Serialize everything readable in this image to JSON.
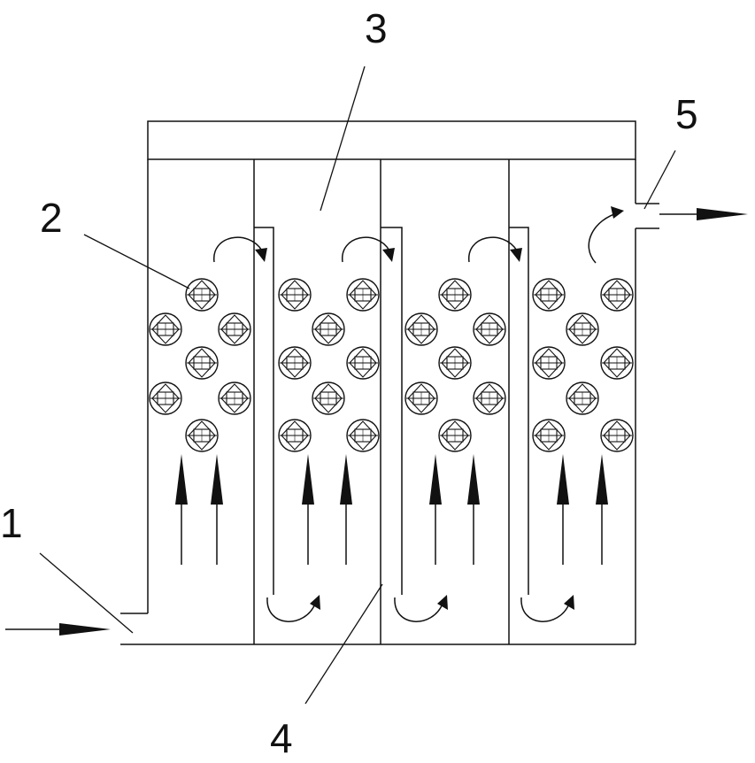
{
  "labels": {
    "inlet": "1",
    "filler_ball": "2",
    "top_chamber": "3",
    "baffle": "4",
    "outlet": "5"
  },
  "colors": {
    "stroke": "#111111",
    "background": "#ffffff"
  },
  "icons": {
    "flow_arrow": "arrow-icon",
    "filler_ball": "sphere-icon",
    "circulation": "curved-arrow-icon"
  }
}
